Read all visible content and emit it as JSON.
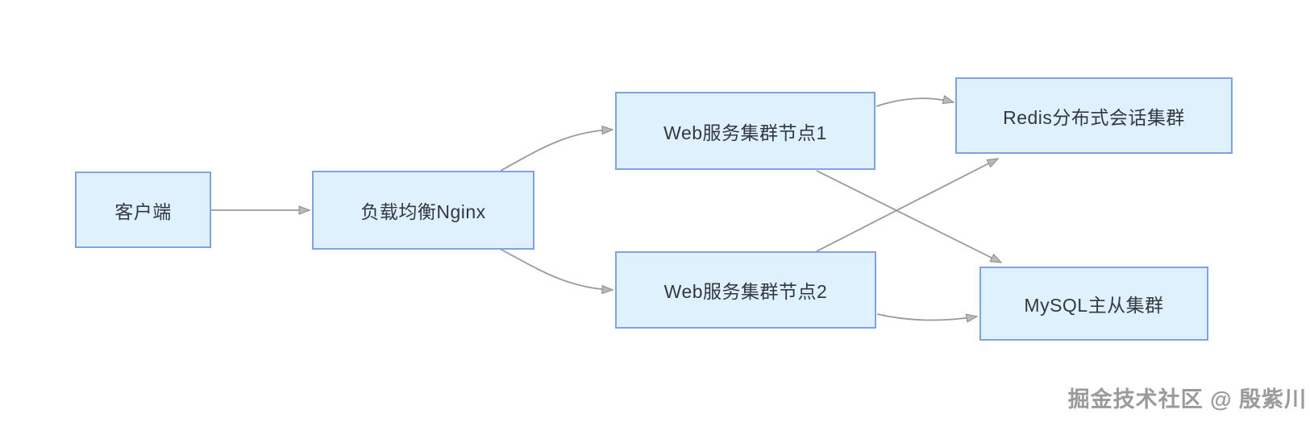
{
  "diagram": {
    "nodes": {
      "client": {
        "label": "客户端"
      },
      "nginx": {
        "label": "负载均衡Nginx"
      },
      "web1": {
        "label": "Web服务集群节点1"
      },
      "web2": {
        "label": "Web服务集群节点2"
      },
      "redis": {
        "label": "Redis分布式会话集群"
      },
      "mysql": {
        "label": "MySQL主从集群"
      }
    },
    "edges": [
      {
        "from": "client",
        "to": "nginx"
      },
      {
        "from": "nginx",
        "to": "web1"
      },
      {
        "from": "nginx",
        "to": "web2"
      },
      {
        "from": "web1",
        "to": "redis"
      },
      {
        "from": "web1",
        "to": "mysql"
      },
      {
        "from": "web2",
        "to": "redis"
      },
      {
        "from": "web2",
        "to": "mysql"
      }
    ],
    "colors": {
      "node_fill": "#dff1fc",
      "node_border": "#7ea2e4",
      "node_text": "#33383f",
      "edge_line": "#999999",
      "arrowhead_fill": "#b9b9b9",
      "arrowhead_stroke": "#8a8a8a",
      "background": "#ffffff",
      "watermark_text_color": "#9a9a9a"
    }
  },
  "watermark": {
    "text": "掘金技术社区 @ 殷紫川"
  }
}
